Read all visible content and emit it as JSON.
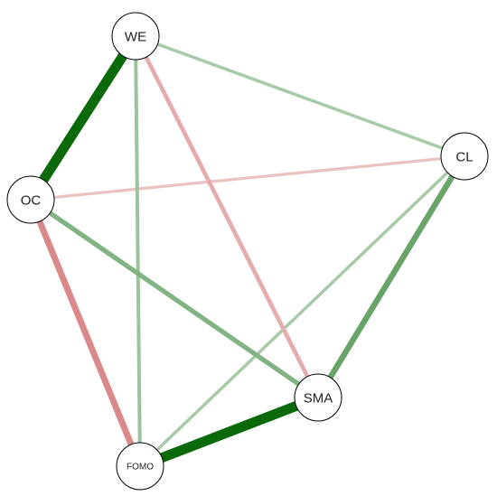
{
  "network": {
    "nodes": [
      {
        "id": "WE",
        "label": "WE"
      },
      {
        "id": "CL",
        "label": "CL"
      },
      {
        "id": "OC",
        "label": "OC"
      },
      {
        "id": "SMA",
        "label": "SMA"
      },
      {
        "id": "FOMO",
        "label": "FOMO"
      }
    ],
    "edges": [
      {
        "from": "WE",
        "to": "OC",
        "sign": "positive",
        "strength": 0.95
      },
      {
        "from": "FOMO",
        "to": "SMA",
        "sign": "positive",
        "strength": 0.95
      },
      {
        "from": "CL",
        "to": "SMA",
        "sign": "positive",
        "strength": 0.5
      },
      {
        "from": "OC",
        "to": "SMA",
        "sign": "positive",
        "strength": 0.38
      },
      {
        "from": "OC",
        "to": "FOMO",
        "sign": "negative",
        "strength": 0.55
      },
      {
        "from": "WE",
        "to": "SMA",
        "sign": "negative",
        "strength": 0.32
      },
      {
        "from": "WE",
        "to": "FOMO",
        "sign": "positive",
        "strength": 0.25
      },
      {
        "from": "WE",
        "to": "CL",
        "sign": "positive",
        "strength": 0.2
      },
      {
        "from": "CL",
        "to": "FOMO",
        "sign": "positive",
        "strength": 0.2
      },
      {
        "from": "OC",
        "to": "CL",
        "sign": "negative",
        "strength": 0.18
      }
    ],
    "colors": {
      "positive": "#006400",
      "negative": "#c24444",
      "node_fill": "#ffffff",
      "node_border": "#000000"
    }
  }
}
